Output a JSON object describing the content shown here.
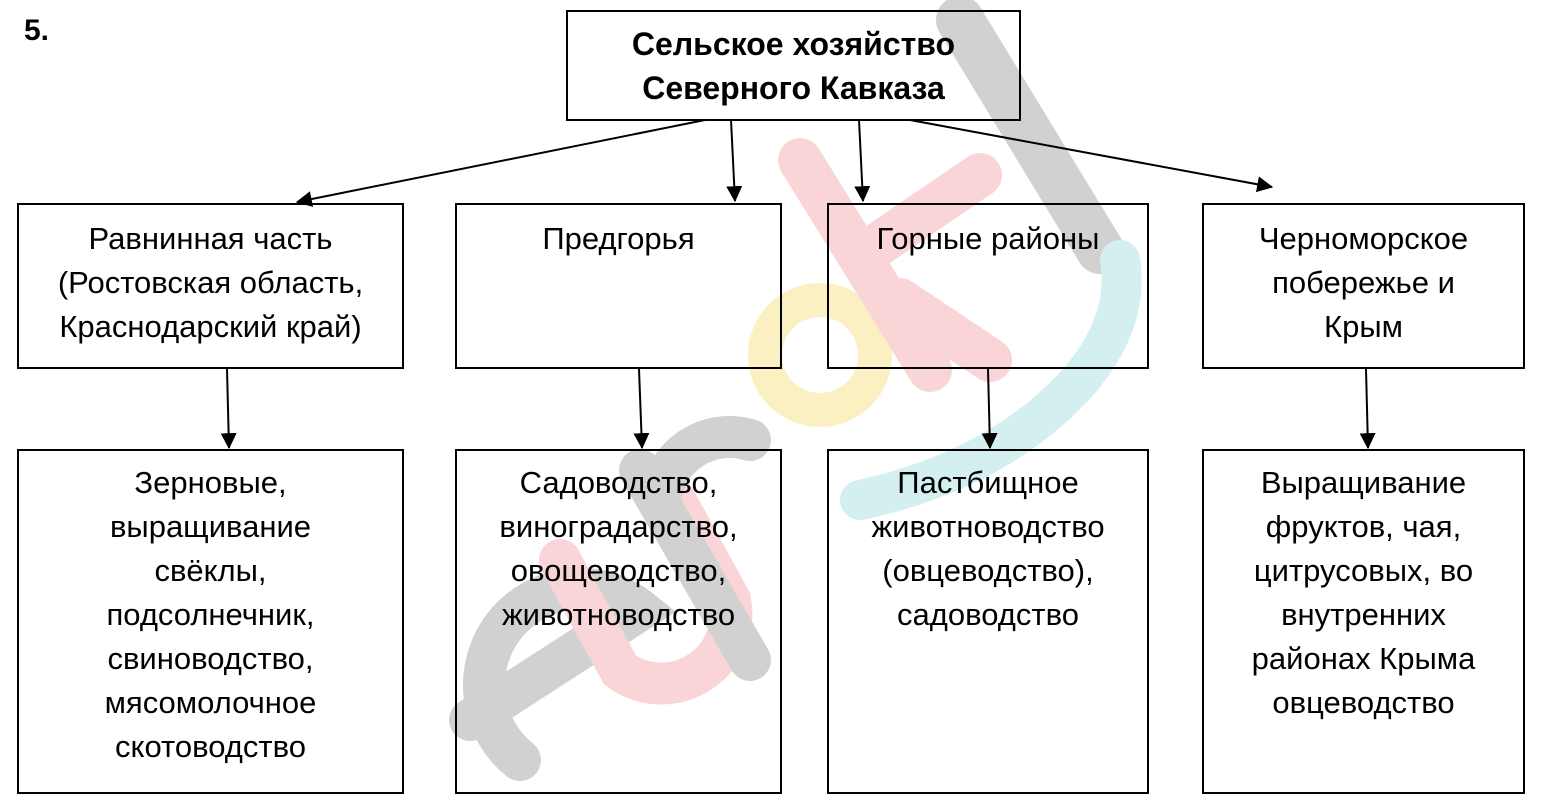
{
  "task_number": "5.",
  "diagram": {
    "root": {
      "lines": [
        "Сельское хозяйство",
        "Северного Кавказа"
      ]
    },
    "regions": [
      {
        "title_lines": [
          "Равнинная часть",
          "(Ростовская область,",
          "Краснодарский край)"
        ],
        "detail_lines": [
          "Зерновые,",
          "выращивание",
          "свёклы,",
          "подсолнечник,",
          "свиноводство,",
          "мясомолочное",
          "скотоводство"
        ]
      },
      {
        "title_lines": [
          "Предгорья"
        ],
        "detail_lines": [
          "Садоводство,",
          "виноградарство,",
          "овощеводство,",
          "животноводство"
        ]
      },
      {
        "title_lines": [
          "Горные районы"
        ],
        "detail_lines": [
          "Пастбищное",
          "животноводство",
          "(овцеводство),",
          "садоводство"
        ]
      },
      {
        "title_lines": [
          "Черноморское",
          "побережье и",
          "Крым"
        ],
        "detail_lines": [
          "Выращивание",
          "фруктов, чая,",
          "цитрусовых, во",
          "внутренних",
          "районах Крыма",
          "овцеводство"
        ]
      }
    ]
  },
  "watermark": {
    "colors": {
      "e": "#9a9a9a",
      "u": "#f4a3a8",
      "r": "#9a9a9a",
      "o": "#f8df78",
      "k": "#f4a3a8",
      "i": "#9a9a9a",
      "swoosh": "#9fdce0"
    }
  }
}
